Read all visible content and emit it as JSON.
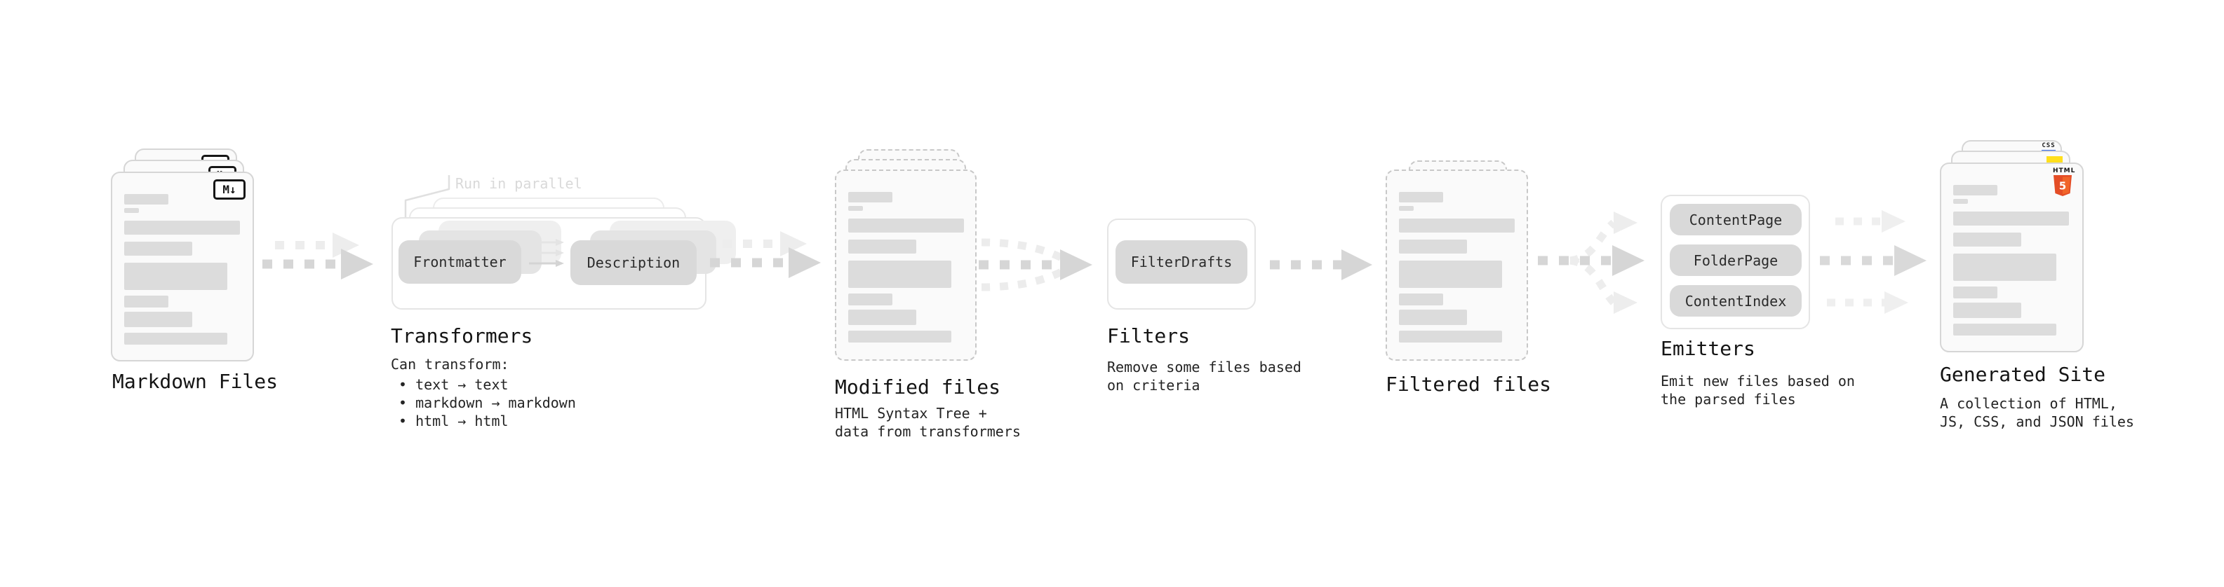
{
  "diagram": {
    "markdown": {
      "title": "Markdown Files",
      "file_icon": "M↓"
    },
    "transformers": {
      "note": "Run in parallel",
      "pill_frontmatter": "Frontmatter",
      "pill_description": "Description",
      "title": "Transformers",
      "desc_heading": "Can transform:",
      "bullets": [
        "• text → text",
        "• markdown → markdown",
        "• html → html"
      ]
    },
    "modified": {
      "title": "Modified files",
      "desc": [
        "HTML Syntax Tree +",
        "data from transformers"
      ]
    },
    "filters": {
      "pill": "FilterDrafts",
      "title": "Filters",
      "desc": [
        "Remove some files based",
        "on criteria"
      ]
    },
    "filtered": {
      "title": "Filtered files"
    },
    "emitters": {
      "pills": [
        "ContentPage",
        "FolderPage",
        "ContentIndex"
      ],
      "title": "Emitters",
      "desc": [
        "Emit new files based on",
        "the parsed files"
      ]
    },
    "generated": {
      "title": "Generated Site",
      "desc": [
        "A collection of HTML,",
        "JS, CSS, and JSON files"
      ],
      "css_badge": "CSS",
      "html_word": "HTML",
      "html_number": "5"
    }
  },
  "colors": {
    "css_blue": "#2d62e9",
    "js_yellow": "#ffdf1c",
    "html_orange": "#e44d26",
    "html_orange_light": "#f16529",
    "arrow_dark": "#d6d6d6",
    "arrow_light": "#ededed"
  }
}
